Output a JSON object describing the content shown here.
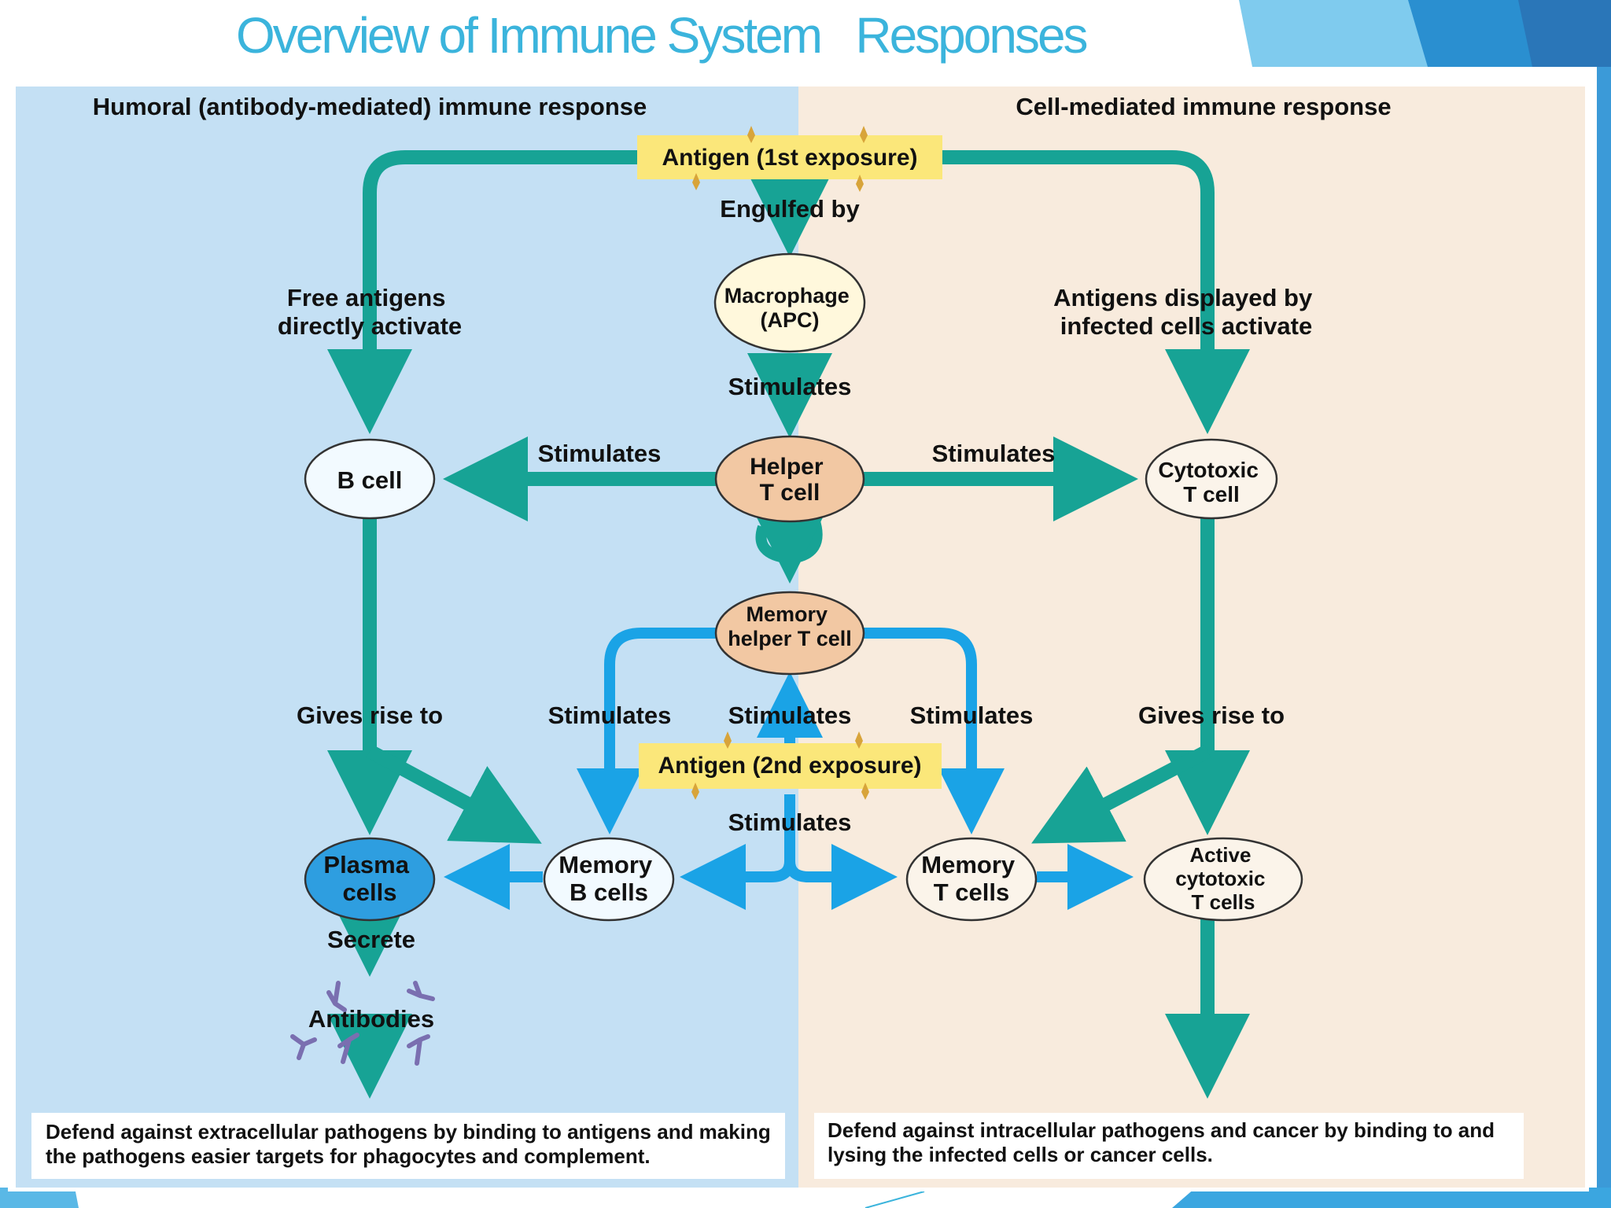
{
  "slide": {
    "title": "Overview of Immune System   Responses"
  },
  "panels": {
    "humoral_heading": "Humoral (antibody-mediated) immune response",
    "cell_heading": "Cell-mediated immune response"
  },
  "antigens": {
    "first": "Antigen (1st exposure)",
    "second": "Antigen (2nd exposure)"
  },
  "nodes": {
    "macrophage": [
      "Macrophage",
      "(APC)"
    ],
    "b_cell": [
      "B cell"
    ],
    "helper_t": [
      "Helper",
      "T cell"
    ],
    "cytotoxic_t": [
      "Cytotoxic",
      "T cell"
    ],
    "memory_helper_t": [
      "Memory",
      "helper T cell"
    ],
    "plasma": [
      "Plasma",
      "cells"
    ],
    "memory_b": [
      "Memory",
      "B cells"
    ],
    "memory_t": [
      "Memory",
      "T cells"
    ],
    "active_cytotoxic": [
      "Active",
      "cytotoxic",
      "T cells"
    ],
    "antibodies": "Antibodies"
  },
  "edge_labels": {
    "engulfed_by": "Engulfed by",
    "free_antigens": [
      "Free antigens",
      "directly activate"
    ],
    "antigens_displayed": [
      "Antigens displayed by",
      "infected cells activate"
    ],
    "stimulates": "Stimulates",
    "gives_rise_to": "Gives rise to",
    "secrete": "Secrete"
  },
  "outcomes": {
    "humoral": "Defend against extracellular pathogens by binding to antigens and making the pathogens easier targets for phagocytes and complement.",
    "cell": "Defend against intracellular pathogens and cancer by binding to and lysing the infected cells or cancer cells."
  },
  "colors": {
    "title": "#3bb4dc",
    "humoral_bg": "#c4e0f4",
    "cell_bg": "#f8ebdd",
    "teal_arrow": "#17a395",
    "blue_arrow": "#1aa3e6",
    "antigen_box": "#fbe77a",
    "plasma_fill": "#2e9ee0",
    "helper_fill": "#f2c8a3",
    "decor_blue": "#2a8fd0"
  }
}
